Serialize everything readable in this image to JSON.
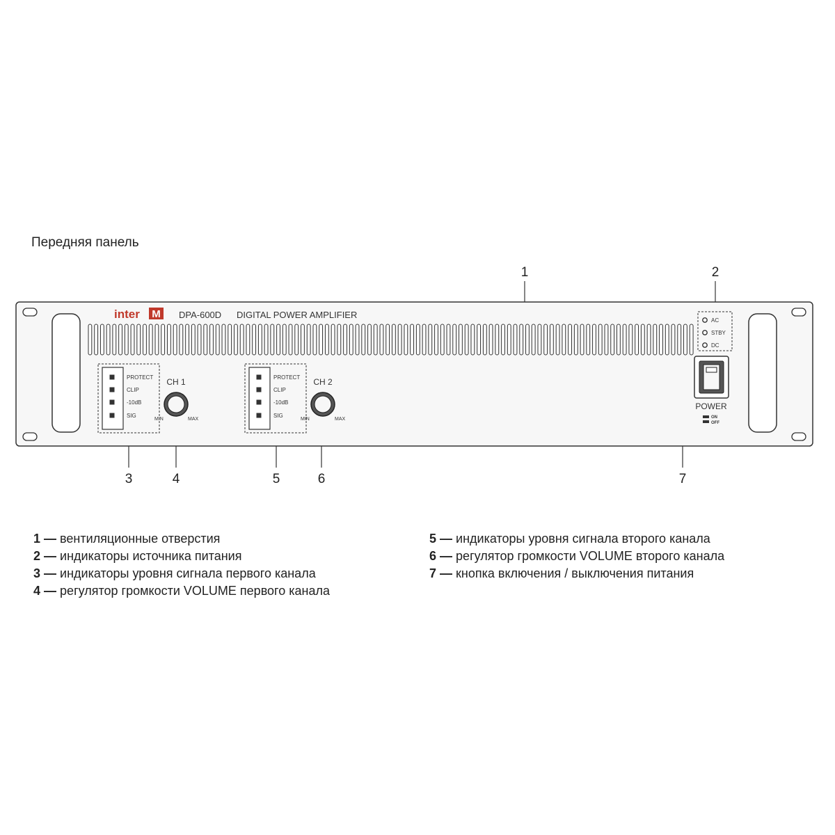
{
  "heading": "Передняя панель",
  "device": {
    "brand": "inter",
    "brand_mark": "M",
    "model": "DPA-600D",
    "description": "DIGITAL POWER AMPLIFIER",
    "power_indicators": [
      "AC",
      "STBY",
      "DC"
    ],
    "channels": [
      {
        "label": "CH 1",
        "leds": [
          "PROTECT",
          "CLIP",
          "-10dB",
          "SIG"
        ],
        "min": "MIN",
        "max": "MAX"
      },
      {
        "label": "CH 2",
        "leds": [
          "PROTECT",
          "CLIP",
          "-10dB",
          "SIG"
        ],
        "min": "MIN",
        "max": "MAX"
      }
    ],
    "power_label": "POWER",
    "power_on": "ON",
    "power_off": "OFF"
  },
  "callouts": [
    "1",
    "2",
    "3",
    "4",
    "5",
    "6",
    "7"
  ],
  "legend": {
    "separator": "—",
    "col1": [
      {
        "num": "1",
        "text": "вентиляционные отверстия"
      },
      {
        "num": "2",
        "text": "индикаторы источника питания"
      },
      {
        "num": "3",
        "text": "индикаторы уровня сигнала первого канала"
      },
      {
        "num": "4",
        "text": "регулятор громкости VOLUME первого канала"
      }
    ],
    "col2": [
      {
        "num": "5",
        "text": "индикаторы уровня сигнала второго канала"
      },
      {
        "num": "6",
        "text": "регулятор громкости VOLUME второго канала"
      },
      {
        "num": "7",
        "text": "кнопка включения / выключения питания"
      }
    ]
  },
  "colors": {
    "stroke": "#333333",
    "panel": "#f7f7f7",
    "brand": "#c0392b"
  }
}
